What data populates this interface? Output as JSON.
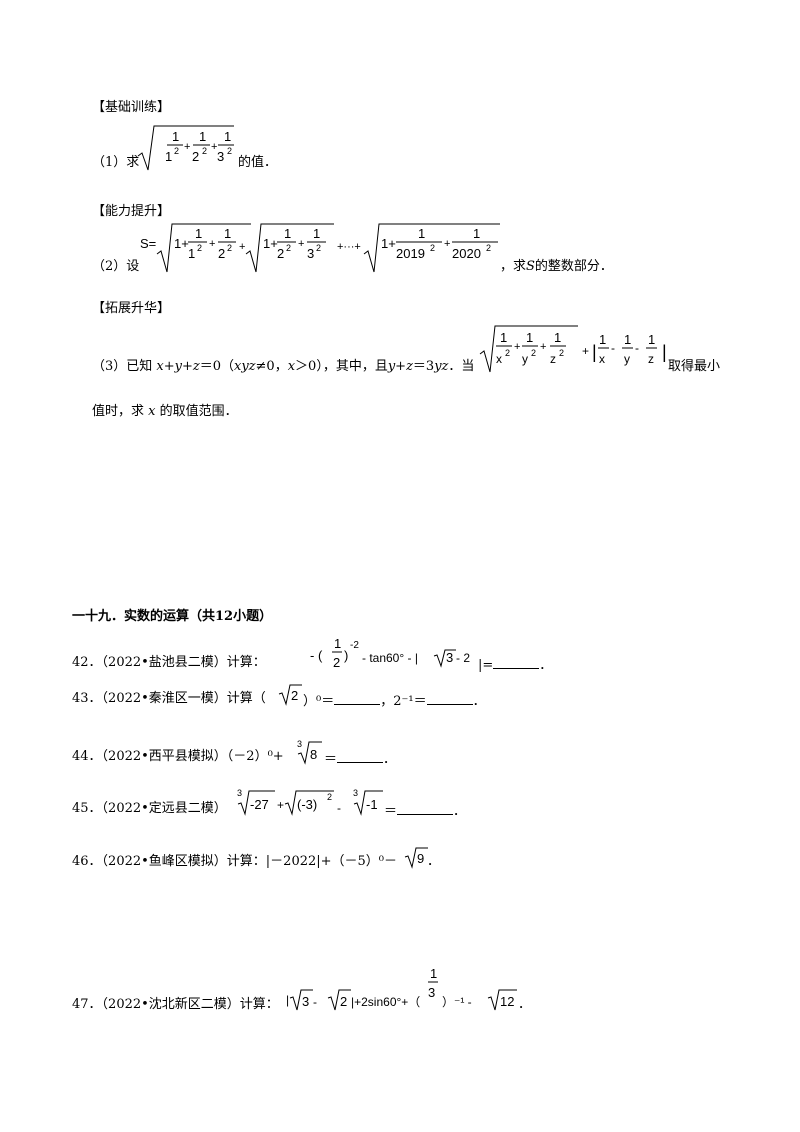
{
  "sections": {
    "basic": "【基础训练】",
    "ability": "【能力提升】",
    "extend": "【拓展升华】",
    "s19_title": "一十九．实数的运算（共12小题）"
  },
  "q1": {
    "prefix": "（1）求",
    "suffix": "的值．"
  },
  "q2": {
    "prefix": "（2）设",
    "suffix_a": "，求",
    "var_s": "S",
    "suffix_b": "的整数部分．"
  },
  "q3": {
    "prefix_a": "（3）已知 ",
    "cond1": "x+y+z",
    "eq1": "＝0（",
    "cond2": "xyz",
    "ne": "≠0，",
    "cond3": "x",
    "gt": "＞0），其中，且",
    "cond4": "y+z",
    "eq2": "＝3",
    "cond5": "yz",
    "when": "．当",
    "tail": "取得最小",
    "line2_a": "值时，求",
    "line2_var": "x",
    "line2_b": "的取值范围．"
  },
  "problems": [
    {
      "num": "42．",
      "src": "（2022•盐池县二模）计算：",
      "tail": "．"
    },
    {
      "num": "43．",
      "src": "（2022•秦淮区一模）计算（",
      "mid1": "）⁰＝",
      "mid2": "，2⁻¹＝",
      "tail": "．"
    },
    {
      "num": "44．",
      "src": "（2022•西平县模拟）（－2）⁰+",
      "eq": "＝",
      "tail": "．"
    },
    {
      "num": "45．",
      "src": "（2022•定远县二模）",
      "eq": "＝",
      "tail": "．"
    },
    {
      "num": "46．",
      "src": "（2022•鱼峰区模拟）计算：|－2022|+（－5）⁰－",
      "tail": "．"
    },
    {
      "num": "47．",
      "src": "（2022•沈北新区二模）计算：",
      "tail": "．"
    }
  ],
  "math": {
    "one": "1",
    "two": "2",
    "three": "3",
    "eight": "8",
    "nine": "9",
    "twelve": "12",
    "sq": "2",
    "S_eq": "S=",
    "one_plus": "1+",
    "plus": "+",
    "minus": "-",
    "minus_sp": " - ",
    "ellipsis": "+···+",
    "y2019": "2019",
    "y2020": "2020",
    "x": "x",
    "y": "y",
    "z": "z",
    "neg_sq": "-2",
    "tan": " - tan60° - |",
    "neg27": "-27",
    "neg1": "-1",
    "neg3sq": "(-3)",
    "paren_open": "- (",
    "paren_close": ")",
    "sin": "|+2sin60°+（",
    "inv": "）⁻¹ - ",
    "bar": "|",
    "abs_tail": "|=",
    "minus2": " - 2"
  }
}
